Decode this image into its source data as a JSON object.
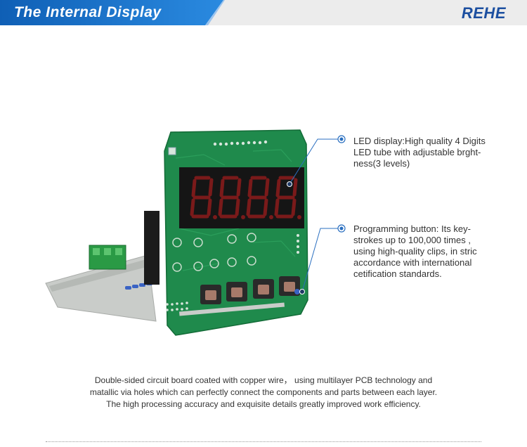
{
  "header": {
    "title": "The Internal Display",
    "brand": "REHE"
  },
  "colors": {
    "banner": "#1a6fc2",
    "pcb_green": "#1f8a4c",
    "accent": "#2a6fc0"
  },
  "callouts": [
    {
      "lines": [
        "LED display:High quality 4 Digits",
        "LED tube with adjustable brght-",
        "ness(3 levels)"
      ]
    },
    {
      "lines": [
        "Programming button:  Its key-",
        "strokes up to 100,000 times ,",
        "using high-quality clips, in stric",
        "accordance with international",
        "cetification standards."
      ]
    }
  ],
  "description": [
    "Double-sided circuit board coated with copper wire， using multilayer PCB technology and",
    "matallic via holes which can perfectly connect the components and parts between each layer.",
    "The high processing accuracy and exquisite details greatly improved work efficiency."
  ]
}
